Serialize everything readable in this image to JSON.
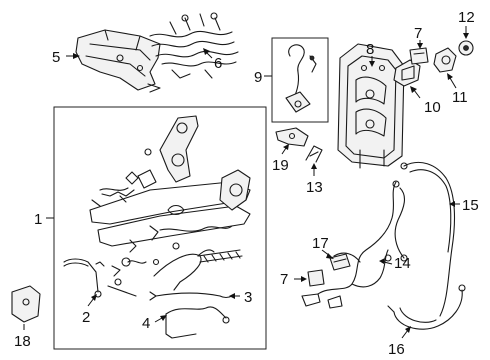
{
  "callouts": {
    "c1": "1",
    "c2": "2",
    "c3": "3",
    "c4": "4",
    "c5": "5",
    "c6": "6",
    "c7a": "7",
    "c7b": "7",
    "c8": "8",
    "c9": "9",
    "c10": "10",
    "c11": "11",
    "c12": "12",
    "c13": "13",
    "c14": "14",
    "c15": "15",
    "c16": "16",
    "c17": "17",
    "c18": "18",
    "c19": "19"
  }
}
